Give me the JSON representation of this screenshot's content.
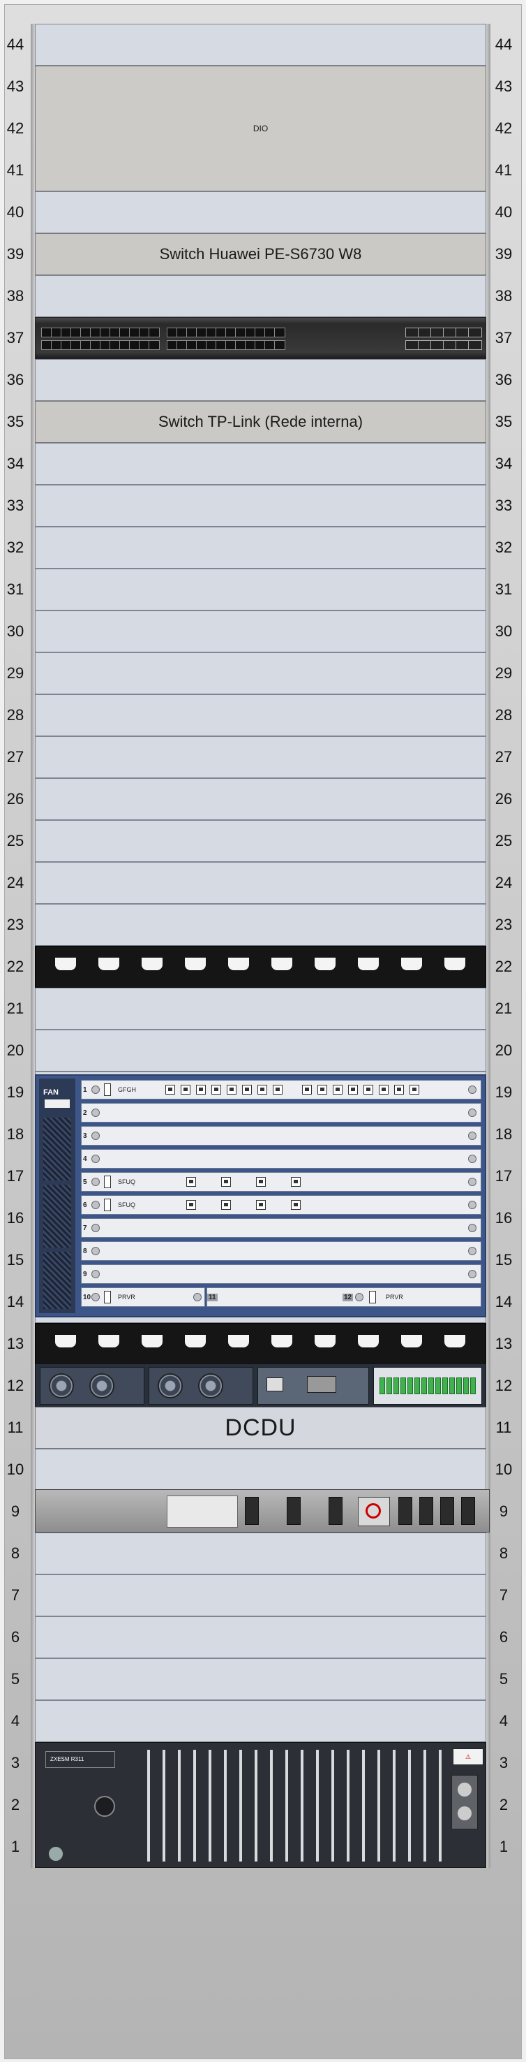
{
  "rack_units": [
    "44",
    "43",
    "42",
    "41",
    "40",
    "39",
    "38",
    "37",
    "36",
    "35",
    "34",
    "33",
    "32",
    "31",
    "30",
    "29",
    "28",
    "27",
    "26",
    "25",
    "24",
    "23",
    "22",
    "21",
    "20",
    "19",
    "18",
    "17",
    "16",
    "15",
    "14",
    "13",
    "12",
    "11",
    "10",
    "9",
    "8",
    "7",
    "6",
    "5",
    "4",
    "3",
    "2",
    "1"
  ],
  "devices": {
    "dio": "DIO",
    "switch_huawei": "Switch Huawei PE-S6730 W8",
    "switch_tplink": "Switch TP-Link (Rede interna)",
    "dcdu": "DCDU"
  },
  "chassis": {
    "fan_label": "FAN",
    "cards": [
      {
        "slot": "1",
        "name": "GFGH"
      },
      {
        "slot": "2",
        "name": ""
      },
      {
        "slot": "3",
        "name": ""
      },
      {
        "slot": "4",
        "name": ""
      },
      {
        "slot": "5",
        "name": "SFUQ"
      },
      {
        "slot": "6",
        "name": "SFUQ"
      },
      {
        "slot": "7",
        "name": ""
      },
      {
        "slot": "8",
        "name": ""
      },
      {
        "slot": "9",
        "name": ""
      },
      {
        "slot": "10",
        "name": "PRVR"
      }
    ],
    "slot11": "11",
    "slot12": "12",
    "slot12_name": "PRVR"
  },
  "bbu": {
    "model": "ZXESM R311",
    "warning_icon": "warning-label-icon"
  },
  "colors": {
    "slot_fill": "#d6dae3",
    "chassis_blue": "#3d5689",
    "brush_black": "#151515"
  }
}
